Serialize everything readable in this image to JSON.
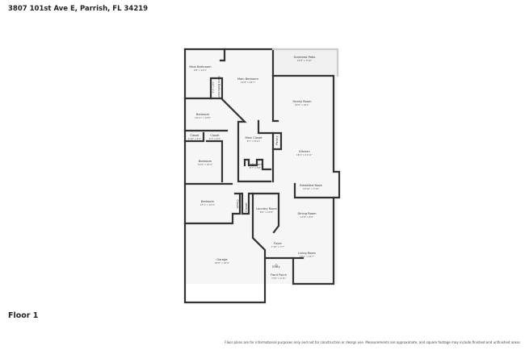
{
  "header": {
    "address": "3807 101st Ave E, Parrish, FL 34219"
  },
  "floor_label": "Floor 1",
  "disclaimer": "Floor plans are for informational purposes only and not for construction or design use. Measurements are approximate, and square footage may include finished and unfinished areas.",
  "rooms": {
    "main_bathroom": {
      "name": "Main Bathroom",
      "dims": "9'8\" x 12'1\""
    },
    "main_bathroom_wc": {
      "name": "Main Bathroom",
      "dims": "5'3\" x 4'5\""
    },
    "main_bedroom": {
      "name": "Main Bedroom",
      "dims": "13'8\" x 18'7\""
    },
    "screened_patio": {
      "name": "Screened Patio",
      "dims": "15'8\" x 5'10\""
    },
    "family_room": {
      "name": "Family Room",
      "dims": "19'9\" x 16'1\""
    },
    "bedroom_1": {
      "name": "Bedroom",
      "dims": "10'11\" x 12'8\""
    },
    "closet_1": {
      "name": "Closet",
      "dims": "4'10\" x 2'2\""
    },
    "closet_2": {
      "name": "Closet",
      "dims": "5'1\" x 2'2\""
    },
    "bedroom_2": {
      "name": "Bedroom",
      "dims": "10'4\" x 10'3\""
    },
    "main_closet": {
      "name": "Main Closet",
      "dims": "8'7\" x 8'11\""
    },
    "pantry": {
      "name": "Pantry"
    },
    "bathroom": {
      "name": "Bathroom",
      "dims": "8'7\" x 6'8\""
    },
    "kitchen": {
      "name": "Kitchen",
      "dims": "16'1\" x 11'11\""
    },
    "breakfast_nook": {
      "name": "Breakfast Nook",
      "dims": "10'10\" x 7'10\""
    },
    "bedroom_3": {
      "name": "Bedroom",
      "dims": "13'1\" x 10'3\""
    },
    "closet_3": {
      "name": "Closet"
    },
    "closet_4": {
      "name": "Closet"
    },
    "laundry_room": {
      "name": "Laundry Room",
      "dims": "8'6\" x 10'8\""
    },
    "dining_room": {
      "name": "Dining Room",
      "dims": "14'8\" x 8'4\""
    },
    "foyer": {
      "name": "Foyer",
      "dims": "7'10\" x 7'7\""
    },
    "living_room": {
      "name": "Living Room",
      "dims": "14'0\" x 14'7\""
    },
    "garage": {
      "name": "Garage",
      "dims": "20'6\" x 22'9\""
    },
    "entry": {
      "name": "Entry"
    },
    "front_porch": {
      "name": "Front Porch",
      "dims": "7'10\" x 4'11\""
    }
  }
}
